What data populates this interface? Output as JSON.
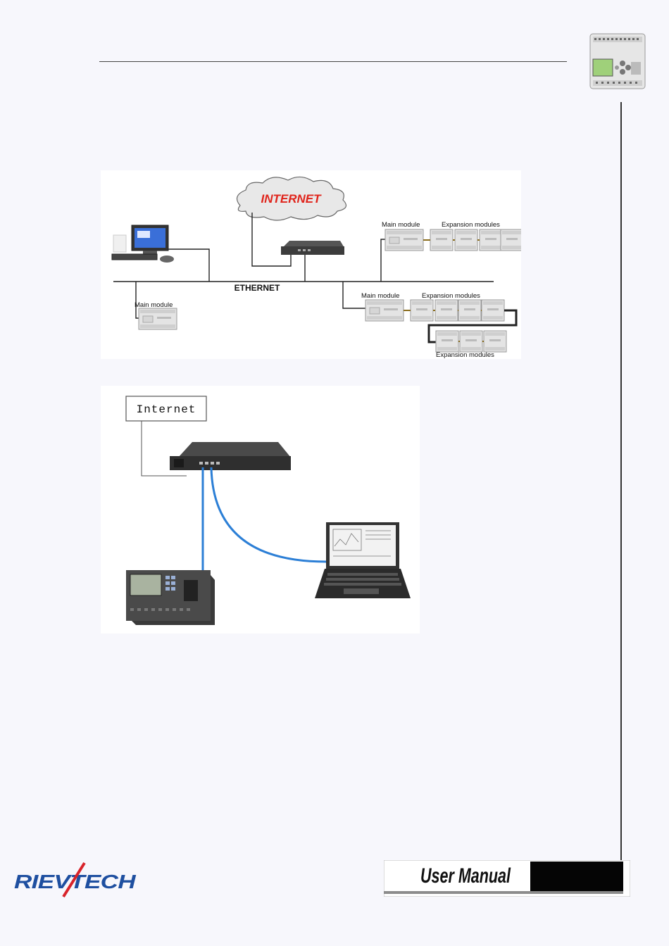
{
  "diagram1": {
    "cloud_label": "INTERNET",
    "bus_label": "ETHERNET",
    "top_right": {
      "main_label": "Main module",
      "expansion_label": "Expansion modules"
    },
    "left": {
      "main_label": "Main module"
    },
    "bottom_right": {
      "main_label": "Main module",
      "expansion_label": "Expansion modules",
      "second_row_label": "Expansion modules"
    }
  },
  "diagram2": {
    "internet_label": "Internet"
  },
  "footer": {
    "logo_text": "RIEVTECH",
    "banner_text": "User Manual"
  },
  "colors": {
    "cable_blue": "#2c7fd6",
    "cloud_text_red": "#e0241b",
    "logo_red": "#d8232a",
    "logo_blue": "#1e4fa0"
  }
}
